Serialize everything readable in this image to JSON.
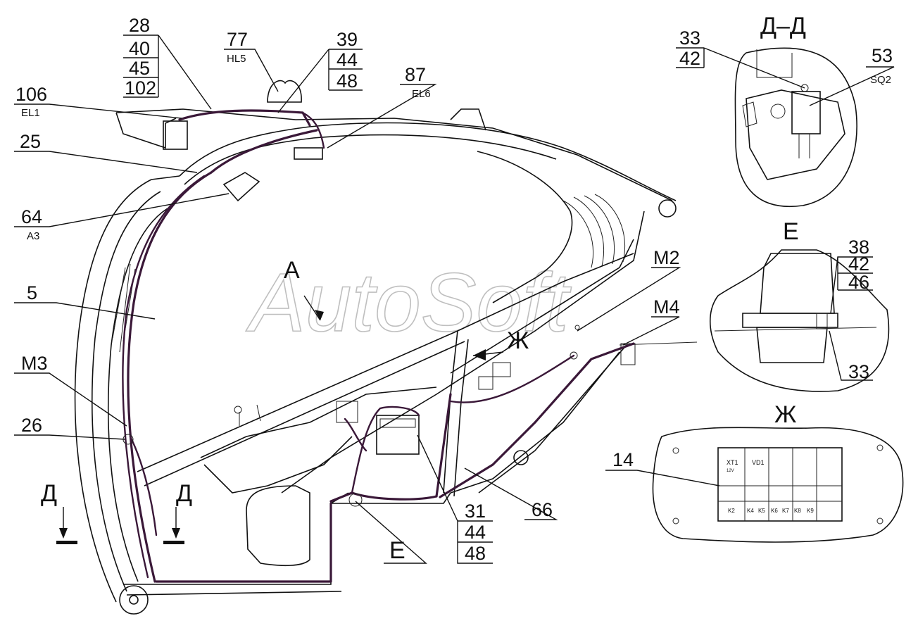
{
  "watermark": "AutoSoft",
  "views": {
    "main_view_marker": "А",
    "view_d": "Д–Д",
    "view_e": "Е",
    "view_zh": "Ж",
    "cut_d_left": "Д",
    "cut_d_right": "Д",
    "arrow_zh": "Ж",
    "arrow_e": "Е"
  },
  "callouts": {
    "c28": "28",
    "c40": "40",
    "c45": "45",
    "c102": "102",
    "c77": "77",
    "c77_sub": "HL5",
    "c39": "39",
    "c44a": "44",
    "c48a": "48",
    "c87": "87",
    "c87_sub": "EL6",
    "c106": "106",
    "c106_sub": "EL1",
    "c25": "25",
    "c64": "64",
    "c64_sub": "A3",
    "c5": "5",
    "cM3": "M3",
    "c26": "26",
    "cM2": "M2",
    "cM4": "M4",
    "c31": "31",
    "c44b": "44",
    "c48b": "48",
    "c66": "66",
    "c33a": "33",
    "c42a": "42",
    "c53": "53",
    "c53_sub": "SQ2",
    "c38": "38",
    "c42b": "42",
    "c46": "46",
    "c33b": "33",
    "c14": "14"
  },
  "fuse_box": {
    "top_labels": [
      "XT1",
      "VD1"
    ],
    "top_sub": "12V",
    "relays": [
      "K2",
      "K4",
      "K5",
      "K6",
      "K7",
      "K8",
      "K9"
    ]
  }
}
